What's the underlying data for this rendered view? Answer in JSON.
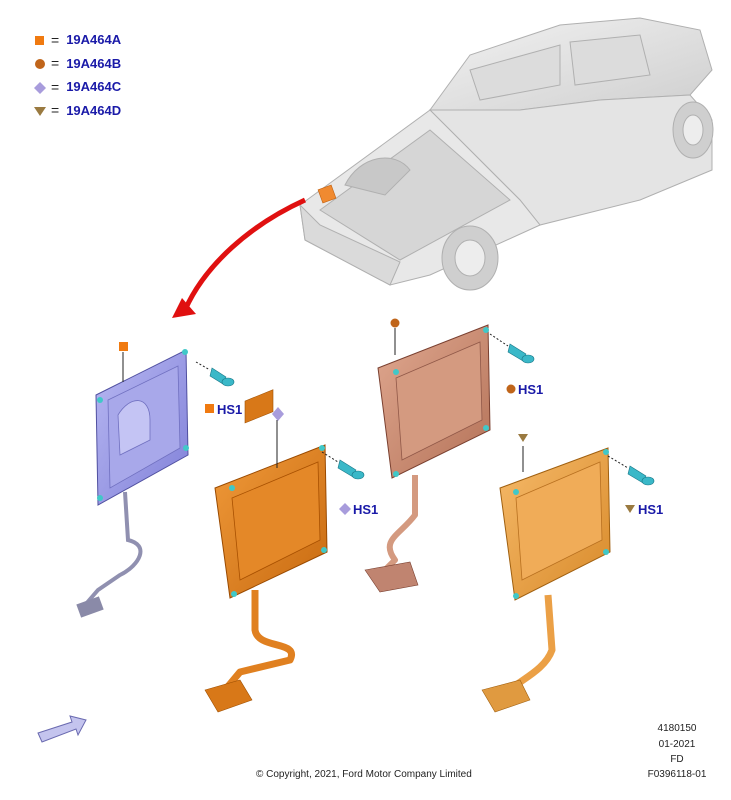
{
  "legend": [
    {
      "symbol": "square",
      "color": "#f07a10",
      "eq": "=",
      "code": "19A464A"
    },
    {
      "symbol": "circle",
      "color": "#c0651a",
      "eq": "=",
      "code": "19A464B"
    },
    {
      "symbol": "diamond",
      "color": "#a89cdc",
      "eq": "=",
      "code": "19A464C"
    },
    {
      "symbol": "triangle",
      "color": "#9a7a40",
      "eq": "=",
      "code": "19A464D"
    }
  ],
  "fastener_label": "HS1",
  "colors": {
    "part_a": "#9c9ce6",
    "part_b": "#c98a6e",
    "part_c": "#e0801e",
    "part_d": "#eba046",
    "arrow": "#e01010",
    "label_blue": "#1a1aa8",
    "truck": "#d8d8d8"
  },
  "footer": {
    "copyright": "© Copyright, 2021, Ford Motor Company Limited",
    "ref_number": "4180150",
    "ref_date": "01-2021",
    "ref_code": "FD",
    "ref_figure": "F0396118-01"
  }
}
